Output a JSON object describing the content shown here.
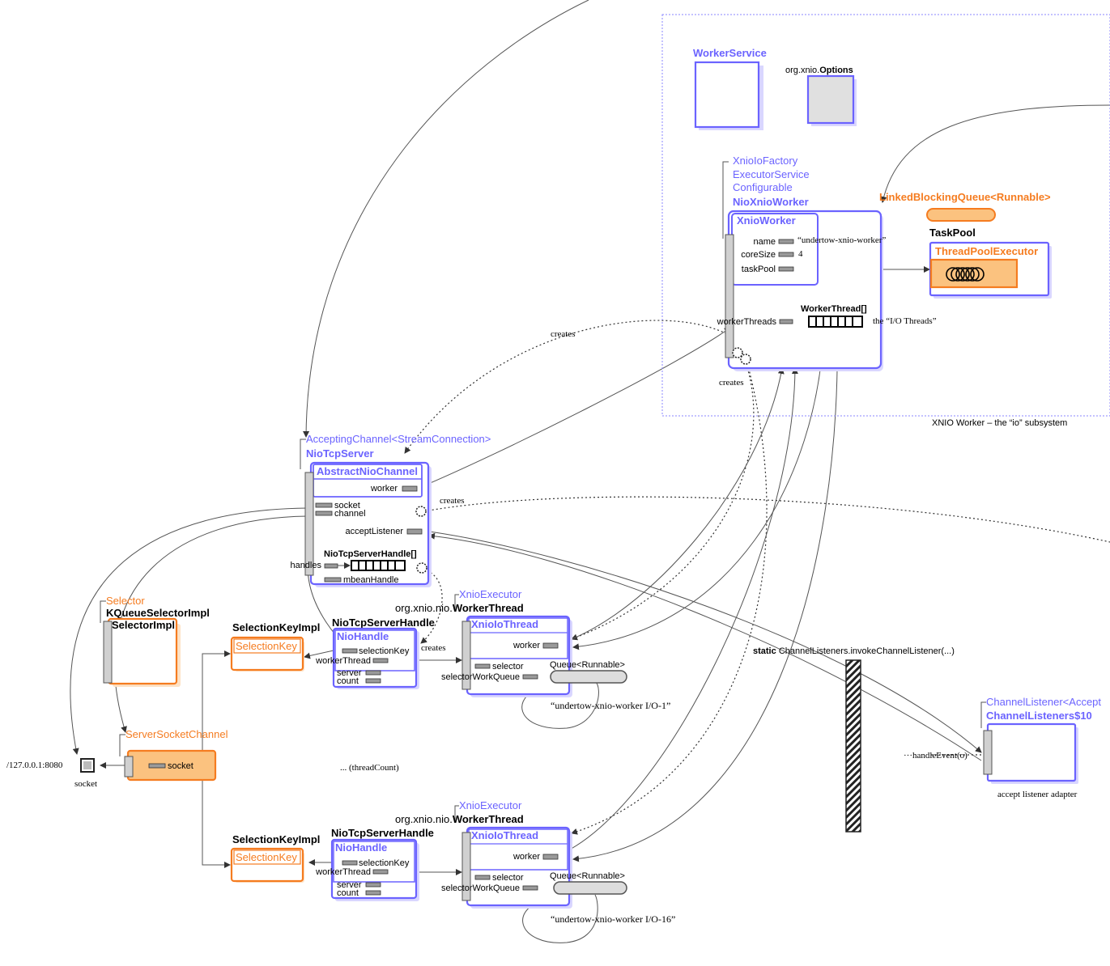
{
  "subsystem": {
    "label": "XNIO Worker – the “io” subsystem",
    "worker_service": "WorkerService",
    "options_prefix": "org.xnio.",
    "options_name": "Options",
    "interfaces": [
      "XnioIoFactory",
      "ExecutorService",
      "Configurable"
    ],
    "impl": "NioXnioWorker",
    "worker_title": "XnioWorker",
    "fields": {
      "name": "name",
      "name_value": "“undertow-xnio-worker”",
      "core_size": "coreSize",
      "core_size_value": "4",
      "task_pool": "taskPool",
      "worker_threads": "workerThreads"
    },
    "worker_thread_array": "WorkerThread[]",
    "io_threads_label": "the “I/O Threads”",
    "creates_top": "creates",
    "creates_bottom": "creates",
    "queue_type": "LinkedBlockingQueue<Runnable>",
    "task_pool_label": "TaskPool",
    "thread_pool_executor": "ThreadPoolExecutor"
  },
  "server": {
    "interface": "AcceptingChannel<StreamConnection>",
    "impl": "NioTcpServer",
    "abstract_title": "AbstractNioChannel",
    "worker": "worker",
    "socket": "socket",
    "channel": "channel",
    "accept_listener": "acceptListener",
    "handle_array": "NioTcpServerHandle[]",
    "handles": "handles",
    "mbean_handle": "mbeanHandle",
    "creates_right": "creates",
    "creates_handle": "creates"
  },
  "selector": {
    "interface": "Selector",
    "impl": "KQueueSelectorImpl",
    "inner": "SelectorImpl"
  },
  "server_socket": {
    "title": "ServerSocketChannel",
    "socket_field": "socket",
    "address": "/127.0.0.1:8080",
    "socket_label": "socket"
  },
  "thread_count": "... (threadCount)",
  "groups": [
    {
      "selection_key_impl": "SelectionKeyImpl",
      "selection_key": "SelectionKey",
      "handle_title": "NioTcpServerHandle",
      "nio_handle": "NioHandle",
      "selection_key_field": "selectionKey",
      "worker_thread_field": "workerThread",
      "server_field": "server",
      "count_field": "count",
      "executor_interface": "XnioExecutor",
      "worker_thread_pkg": "org.xnio.nio.",
      "worker_thread_cls": "WorkerThread",
      "xnio_io_thread": "XnioIoThread",
      "worker_field": "worker",
      "selector_field": "selector",
      "selector_work_queue": "selectorWorkQueue",
      "queue_label": "Queue<Runnable>",
      "thread_name": "“undertow-xnio-worker I/O-1”"
    },
    {
      "selection_key_impl": "SelectionKeyImpl",
      "selection_key": "SelectionKey",
      "handle_title": "NioTcpServerHandle",
      "nio_handle": "NioHandle",
      "selection_key_field": "selectionKey",
      "worker_thread_field": "workerThread",
      "server_field": "server",
      "count_field": "count",
      "executor_interface": "XnioExecutor",
      "worker_thread_pkg": "org.xnio.nio.",
      "worker_thread_cls": "WorkerThread",
      "xnio_io_thread": "XnioIoThread",
      "worker_field": "worker",
      "selector_field": "selector",
      "selector_work_queue": "selectorWorkQueue",
      "queue_label": "Queue<Runnable>",
      "thread_name": "“undertow-xnio-worker I/O-16”"
    }
  ],
  "static_call_keyword": "static",
  "static_call": "ChannelListeners.invokeChannelListener(...)",
  "listener": {
    "interface": "ChannelListener<Accept",
    "impl": "ChannelListeners$10",
    "handle_event": "···handleEvent(o)",
    "caption": "accept listener adapter"
  },
  "colors": {
    "blue": "#6b63ff",
    "orange": "#f57c20",
    "orange_fill": "#fbc27f"
  }
}
